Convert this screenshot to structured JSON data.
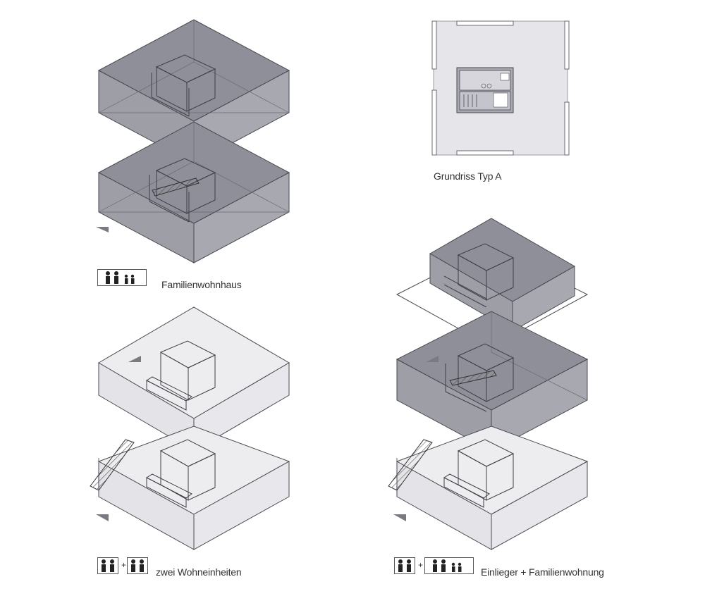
{
  "labels": {
    "grundriss": "Grundriss Typ A",
    "familienwohnhaus": "Familienwohnhaus",
    "zwei_wohneinheiten": "zwei Wohneinheiten",
    "einlieger": "Einlieger + Familienwohnung"
  },
  "pictograms": {
    "familienwohnhaus": [
      "adult",
      "adult",
      "child",
      "child"
    ],
    "zwei_wohneinheiten": [
      [
        "adult",
        "adult"
      ],
      [
        "adult",
        "adult"
      ]
    ],
    "einlieger": [
      [
        "adult",
        "adult"
      ],
      [
        "adult",
        "adult",
        "child",
        "child"
      ]
    ],
    "plus_sign": "+"
  },
  "colors": {
    "dark_fill": "#9a9aa3",
    "dark_top": "#8f8f99",
    "light_fill": "#e8e8ec",
    "light_top": "#ededf0",
    "stroke": "#4a4a52",
    "plan_bg": "#e6e6ea"
  }
}
